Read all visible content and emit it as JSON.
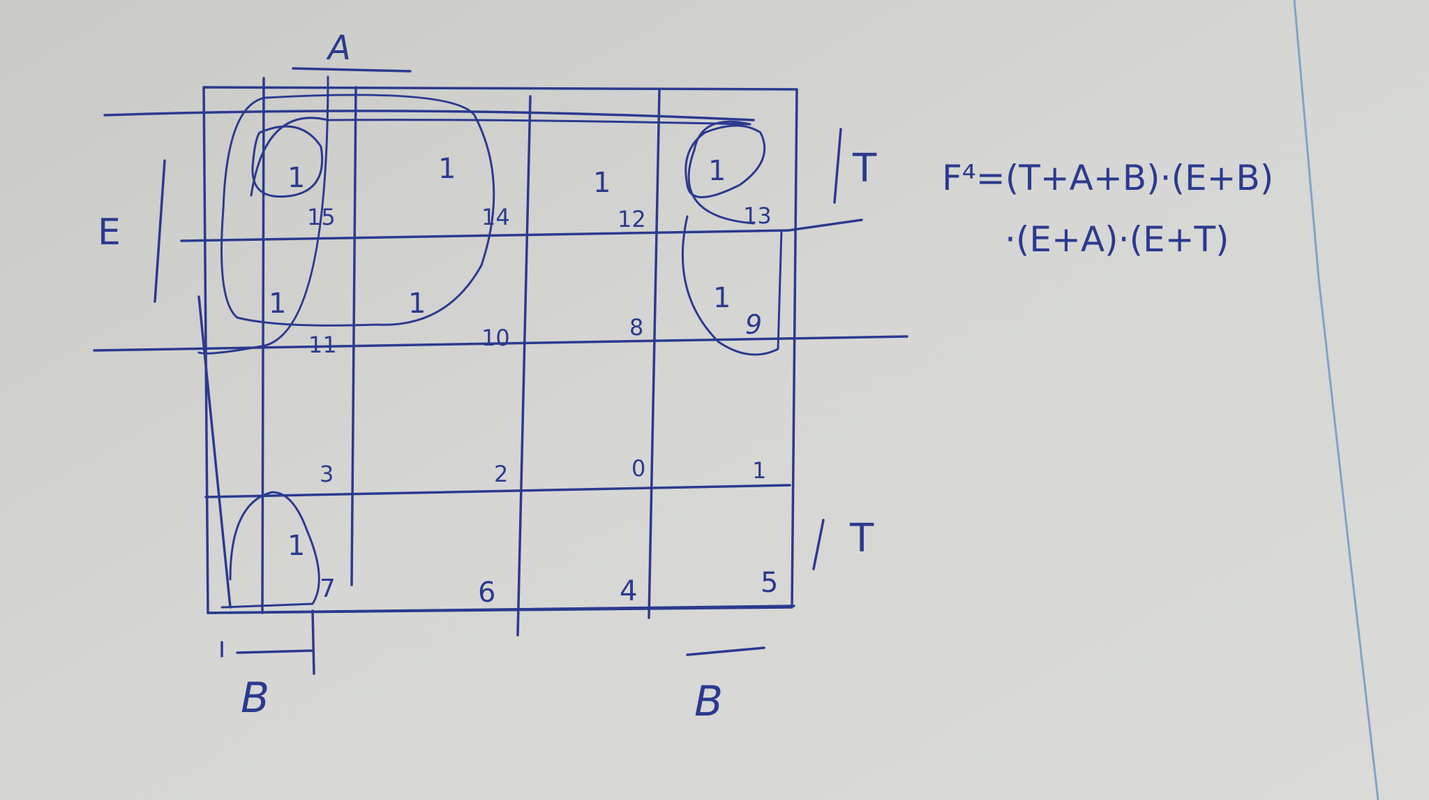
{
  "ink_color": "#2b3a8f",
  "paper_color": "#d4d5d2",
  "margin_line_color": "#7fa3c8",
  "labels": {
    "top_var": "A",
    "left_var": "E",
    "right_var_top": "T",
    "right_var_bottom": "T",
    "bottom_left_var": "B",
    "bottom_right_var": "B"
  },
  "cells": [
    {
      "value": "1",
      "index": "15"
    },
    {
      "value": "1",
      "index": "14"
    },
    {
      "value": "1",
      "index": "12"
    },
    {
      "value": "1",
      "index": "13"
    },
    {
      "value": "1",
      "index": "11"
    },
    {
      "value": "1",
      "index": "10"
    },
    {
      "value": "",
      "index": "8"
    },
    {
      "value": "1",
      "index": "9"
    },
    {
      "value": "",
      "index": "3"
    },
    {
      "value": "",
      "index": "2"
    },
    {
      "value": "",
      "index": "0"
    },
    {
      "value": "",
      "index": "1"
    },
    {
      "value": "1",
      "index": "7"
    },
    {
      "value": "",
      "index": "6"
    },
    {
      "value": "",
      "index": "4"
    },
    {
      "value": "",
      "index": "5"
    }
  ],
  "formula": {
    "line1": "F⁴=(T+A+B)·(E+B)",
    "line2": "·(E+A)·(E+T)"
  }
}
